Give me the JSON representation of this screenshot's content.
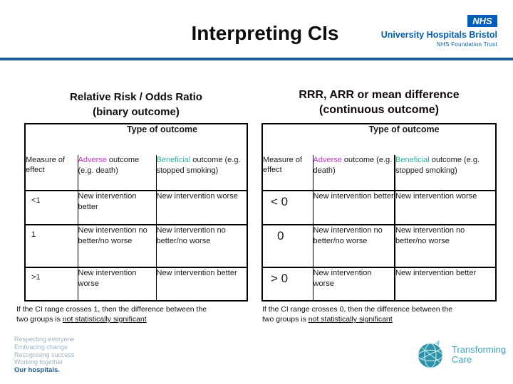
{
  "header": {
    "title": "Interpreting CIs",
    "nhs_logo": "NHS",
    "org_name": "University Hospitals Bristol",
    "org_sub": "NHS Foundation Trust"
  },
  "left_panel": {
    "heading_line1": "Relative Risk / Odds Ratio",
    "heading_line2": "(binary outcome)",
    "table": {
      "span_header": "Type of outcome",
      "col1_header": "Measure of effect",
      "adverse_word": "Adverse",
      "adverse_rest": " outcome (e.g. death)",
      "beneficial_word": "Beneficial",
      "beneficial_rest": " outcome (e.g. stopped smoking)",
      "rows": [
        {
          "measure": "<1",
          "adverse": "New intervention better",
          "beneficial": "New intervention worse"
        },
        {
          "measure": "1",
          "adverse": "New intervention no better/no worse",
          "beneficial": "New intervention no better/no worse"
        },
        {
          "measure": ">1",
          "adverse": "New intervention worse",
          "beneficial": "New intervention better"
        }
      ]
    },
    "note": {
      "line1": "If the CI range crosses 1, then the difference between the",
      "line2_prefix": "two groups is ",
      "underlined": "not statistically significant"
    }
  },
  "right_panel": {
    "heading_line1": "RRR, ARR or mean difference",
    "heading_line2": "(continuous outcome)",
    "table": {
      "span_header": "Type of outcome",
      "col1_header": "Measure of effect",
      "adverse_word": "Adverse",
      "adverse_rest": " outcome (e.g. death)",
      "beneficial_word": "Beneficial",
      "beneficial_rest": " outcome (e.g. stopped smoking)",
      "rows": [
        {
          "measure": "< 0",
          "adverse": "New intervention better",
          "beneficial": "New intervention worse"
        },
        {
          "measure": "0",
          "adverse": "New intervention no better/no worse",
          "beneficial": "New intervention no better/no worse"
        },
        {
          "measure": "> 0",
          "adverse": "New intervention worse",
          "beneficial": "New intervention better"
        }
      ]
    },
    "note": {
      "line1": "If the CI range crosses 0, then the difference between the",
      "line2_prefix": "two groups is ",
      "underlined": "not statistically significant"
    }
  },
  "footer": {
    "values": [
      "Respecting everyone",
      "Embracing change",
      "Recognising success",
      "Working together"
    ],
    "tagline": "Our hospitals.",
    "transforming_line1": "Transforming",
    "transforming_line2": "Care"
  },
  "colors": {
    "nhs_blue": "#005EB8",
    "header_rule_blue": "#1B5E97",
    "adverse_magenta": "#CC33CC",
    "beneficial_teal": "#2FB3A3",
    "values_text_light": "#9DB4C6",
    "tagline_blue": "#1E5C8F",
    "transforming_teal": "#3BA4BC"
  }
}
